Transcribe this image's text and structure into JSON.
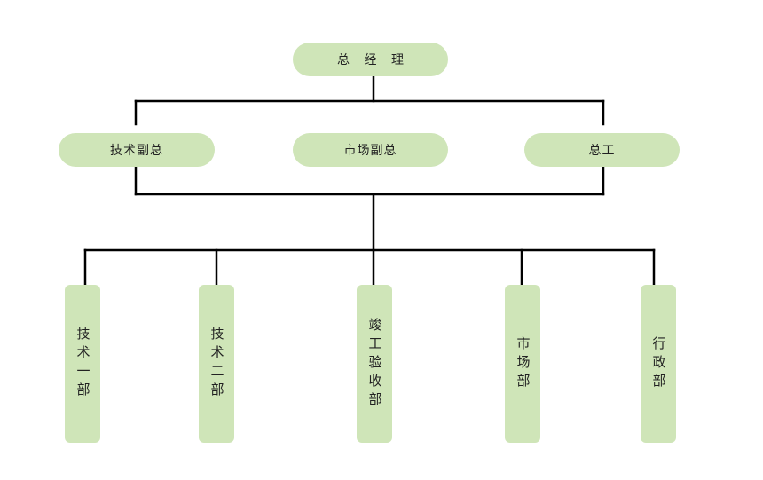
{
  "chart": {
    "top": {
      "label": "总 经 理"
    },
    "deputies": [
      {
        "label": "技术副总"
      },
      {
        "label": "市场副总"
      },
      {
        "label": "总工"
      }
    ],
    "departments": [
      {
        "label": "技术一部"
      },
      {
        "label": "技术二部"
      },
      {
        "label": "竣工验收部"
      },
      {
        "label": "市场部"
      },
      {
        "label": "行政部"
      }
    ]
  },
  "colors": {
    "node_fill": "#cfe5b8",
    "connector": "#000000",
    "text": "#222222"
  }
}
